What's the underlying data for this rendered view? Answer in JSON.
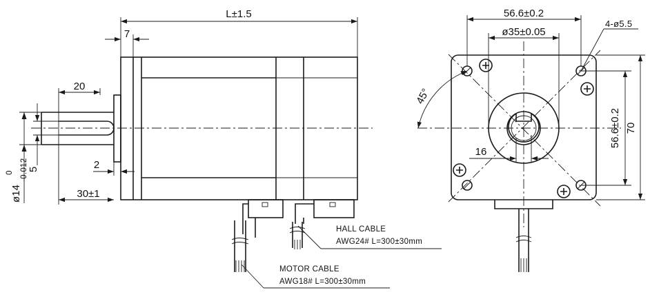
{
  "side_view": {
    "overall_length": "L±1.5",
    "flange_thickness": "7",
    "shaft_length": "20",
    "shaft_diameter_base": "ø14",
    "shaft_tol_upper": "0",
    "shaft_tol_lower": "-0.012",
    "flat_depth": "5",
    "step": "2",
    "protrusion": "30±1"
  },
  "front_view": {
    "bolt_spacing": "56.6±0.2",
    "pilot_diameter": "ø35±0.05",
    "holes": "4-ø5.5",
    "angle": "45°",
    "bolt_spacing_vertical": "56.6±0.2",
    "body_size": "70",
    "flat_width": "16"
  },
  "cables": {
    "hall_title": "HALL CABLE",
    "hall_spec": "AWG24#  L=300±30mm",
    "motor_title": "MOTOR CABLE",
    "motor_spec": "AWG18#  L=300±30mm"
  }
}
